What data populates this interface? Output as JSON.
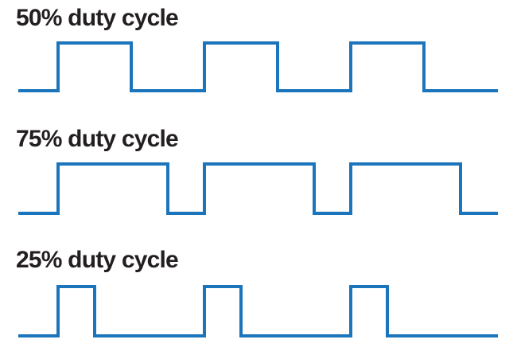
{
  "colors": {
    "waveform_blue": "#1b75bc",
    "label_text": "#231f20",
    "background": "#ffffff"
  },
  "chart_data": {
    "type": "line",
    "subtype": "pwm-square-waveforms",
    "title": "",
    "axes_visible": false,
    "grid": false,
    "legend": "none",
    "signal_levels": [
      0,
      1
    ],
    "periods_shown_per_panel": 3,
    "panels": [
      {
        "label": "50% duty cycle",
        "duty_cycle_percent": 50,
        "rise_times_periods": [
          0,
          1,
          2
        ],
        "fall_times_periods": [
          0.5,
          1.5,
          2.5
        ],
        "t_start_periods": -0.27,
        "t_end_periods": 3.0
      },
      {
        "label": "75% duty cycle",
        "duty_cycle_percent": 75,
        "rise_times_periods": [
          0,
          1,
          2
        ],
        "fall_times_periods": [
          0.75,
          1.75,
          2.75
        ],
        "t_start_periods": -0.27,
        "t_end_periods": 3.0
      },
      {
        "label": "25% duty cycle",
        "duty_cycle_percent": 25,
        "rise_times_periods": [
          0,
          1,
          2
        ],
        "fall_times_periods": [
          0.25,
          1.25,
          2.25
        ],
        "t_start_periods": -0.27,
        "t_end_periods": 3.0
      }
    ]
  }
}
